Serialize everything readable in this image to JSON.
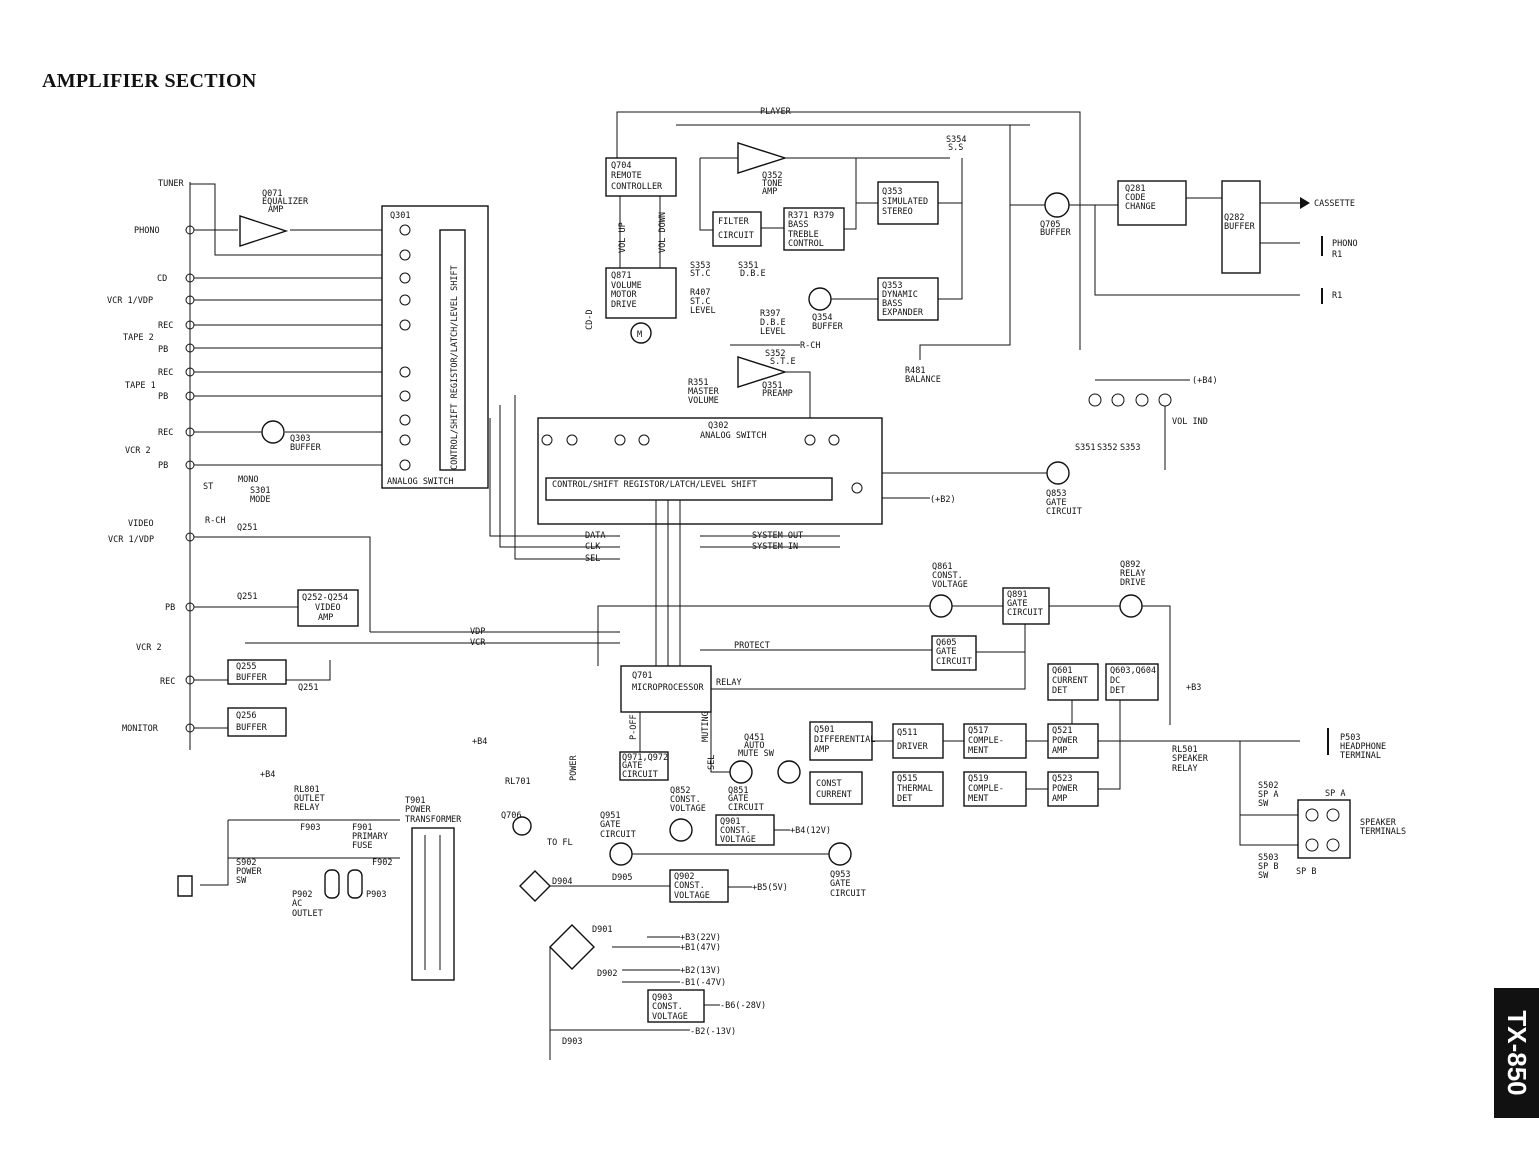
{
  "title": "AMPLIFIER SECTION",
  "model": "TX-850",
  "inputs": {
    "tuner": "TUNER",
    "phono": "PHONO",
    "cd": "CD",
    "vcr1_vdp": "VCR 1/VDP",
    "rec": "REC",
    "tape2": "TAPE 2",
    "pb": "PB",
    "tape1": "TAPE 1",
    "vcr2": "VCR 2",
    "video": "VIDEO",
    "monitor": "MONITOR",
    "rch": "R-CH",
    "st": "ST",
    "mono": "MONO"
  },
  "blocks": {
    "q071": [
      "Q071",
      "EQUALIZER",
      "AMP"
    ],
    "q301": "Q301",
    "analog_switch": "ANALOG SWITCH",
    "shift_register": "CONTROL/SHIFT REGISTOR/LATCH/LEVEL SHIFT",
    "q303": [
      "Q303",
      "BUFFER"
    ],
    "s301": [
      "S301",
      "MODE"
    ],
    "q704": [
      "Q704",
      "REMOTE",
      "CONTROLLER"
    ],
    "vol_up": "VOL UP",
    "vol_down": "VOL DOWN",
    "q871": [
      "Q871",
      "VOLUME",
      "MOTOR",
      "DRIVE"
    ],
    "motor": "M",
    "cdd": "CD-D",
    "q352": [
      "Q352",
      "TONE",
      "AMP"
    ],
    "filter": [
      "FILTER",
      "CIRCUIT"
    ],
    "r371": [
      "R371  R379",
      "BASS",
      "TREBLE",
      "CONTROL"
    ],
    "q353a": [
      "Q353",
      "SIMULATED",
      "STEREO"
    ],
    "s354": [
      "S354",
      "S.S"
    ],
    "s353": [
      "S353",
      "ST.C"
    ],
    "s351": [
      "S351",
      "D.B.E"
    ],
    "r407": [
      "R407",
      "ST.C",
      "LEVEL"
    ],
    "r397": [
      "R397",
      "D.B.E",
      "LEVEL"
    ],
    "q354": [
      "Q354",
      "BUFFER"
    ],
    "q353b": [
      "Q353",
      "DYNAMIC",
      "BASS",
      "EXPANDER"
    ],
    "s352": [
      "S352",
      "S.T.E"
    ],
    "rch2": "R-CH",
    "r351": [
      "R351",
      "MASTER",
      "VOLUME"
    ],
    "q351": [
      "Q351",
      "PREAMP"
    ],
    "r481": [
      "R481",
      "BALANCE"
    ],
    "player": "PLAYER",
    "q302": [
      "Q302",
      "ANALOG SWITCH"
    ],
    "shift_register2": "CONTROL/SHIFT REGISTOR/LATCH/LEVEL SHIFT",
    "q705": [
      "Q705",
      "BUFFER"
    ],
    "q281": [
      "Q281",
      "CODE",
      "CHANGE"
    ],
    "q282": [
      "Q282",
      "BUFFER"
    ],
    "cassette": "CASSETTE",
    "phono_r1": [
      "PHONO",
      "R1"
    ],
    "r1": "R1",
    "b4": "(+B4)",
    "vol_ind": "VOL IND",
    "s_leds": [
      "S351",
      "S352",
      "S353"
    ],
    "q853": [
      "Q853",
      "GATE",
      "CIRCUIT"
    ],
    "b2": "(+B2)",
    "data": "DATA",
    "clk": "CLK",
    "sel": "SEL",
    "system_out": "SYSTEM OUT",
    "system_in": "SYSTEM IN",
    "q251": "Q251",
    "q252": [
      "Q252-Q254",
      "VIDEO",
      "AMP"
    ],
    "q255": [
      "Q255",
      "BUFFER"
    ],
    "q256": [
      "Q256",
      "BUFFER"
    ],
    "vdp": "VDP",
    "vcr": "VCR",
    "q861": [
      "Q861",
      "CONST.",
      "VOLTAGE"
    ],
    "q891": [
      "Q891",
      "GATE",
      "CIRCUIT"
    ],
    "q892": [
      "Q892",
      "RELAY",
      "DRIVE"
    ],
    "protect": "PROTECT",
    "q605": [
      "Q605",
      "GATE",
      "CIRCUIT"
    ],
    "q701": [
      "Q701",
      "MICROPROCESSOR"
    ],
    "relay": "RELAY",
    "q601": [
      "Q601",
      "CURRENT",
      "DET"
    ],
    "q603": [
      "Q603,Q604",
      "DC",
      "DET"
    ],
    "b3": "+B3",
    "p_off": "P-OFF",
    "muting": "MUTING",
    "sel2": "SEL",
    "q971": [
      "Q971,Q972",
      "GATE",
      "CIRCUIT"
    ],
    "q451": [
      "Q451",
      "AUTO",
      "MUTE SW"
    ],
    "q851": [
      "Q851",
      "GATE",
      "CIRCUIT"
    ],
    "q501": [
      "Q501",
      "DIFFERENTIAL",
      "AMP"
    ],
    "const_current": [
      "CONST",
      "CURRENT"
    ],
    "q511": [
      "Q511",
      "DRIVER"
    ],
    "q515": [
      "Q515",
      "THERMAL",
      "DET"
    ],
    "q517": [
      "Q517",
      "COMPLE-",
      "MENT"
    ],
    "q519": [
      "Q519",
      "COMPLE-",
      "MENT"
    ],
    "q521": [
      "Q521",
      "POWER",
      "AMP"
    ],
    "q523": [
      "Q523",
      "POWER",
      "AMP"
    ],
    "rl501": [
      "RL501",
      "SPEAKER",
      "RELAY"
    ],
    "p503": [
      "P503",
      "HEADPHONE",
      "TERMINAL"
    ],
    "s502": [
      "S502",
      "SP A",
      "SW"
    ],
    "s503": [
      "S503",
      "SP B",
      "SW"
    ],
    "spa": "SP A",
    "spb": "SP B",
    "speaker_terminals": [
      "SPEAKER",
      "TERMINALS"
    ],
    "b4a": "+B4",
    "b4b": "+B4",
    "rl801": [
      "RL801",
      "OUTLET",
      "RELAY"
    ],
    "rl701": "RL701",
    "t901": [
      "T901",
      "POWER",
      "TRANSFORMER"
    ],
    "q706": "Q706",
    "to_fl": "TO FL",
    "f903": "F903",
    "f901": [
      "F901",
      "PRIMARY",
      "FUSE"
    ],
    "f902": "F902",
    "s902": [
      "S902",
      "POWER",
      "SW"
    ],
    "p902": [
      "P902",
      "AC",
      "OUTLET"
    ],
    "p903": "P903",
    "power": "POWER",
    "q852": [
      "Q852",
      "CONST.",
      "VOLTAGE"
    ],
    "q951": [
      "Q951",
      "GATE",
      "CIRCUIT"
    ],
    "q901": [
      "Q901",
      "CONST.",
      "VOLTAGE"
    ],
    "b4_12v": "+B4(12V)",
    "q953": [
      "Q953",
      "GATE",
      "CIRCUIT"
    ],
    "d904": "D904",
    "d905": "D905",
    "q902": [
      "Q902",
      "CONST.",
      "VOLTAGE"
    ],
    "b5_5v": "+B5(5V)",
    "b3_22v": "+B3(22V)",
    "b1_47v": "+B1(47V)",
    "d901": "D901",
    "d902": "D902",
    "b2_13v": "+B2(13V)",
    "b1_m47v": "-B1(-47V)",
    "q903": [
      "Q903",
      "CONST.",
      "VOLTAGE"
    ],
    "b6_m28v": "-B6(-28V)",
    "b2_m13v": "-B2(-13V)",
    "d903": "D903"
  }
}
